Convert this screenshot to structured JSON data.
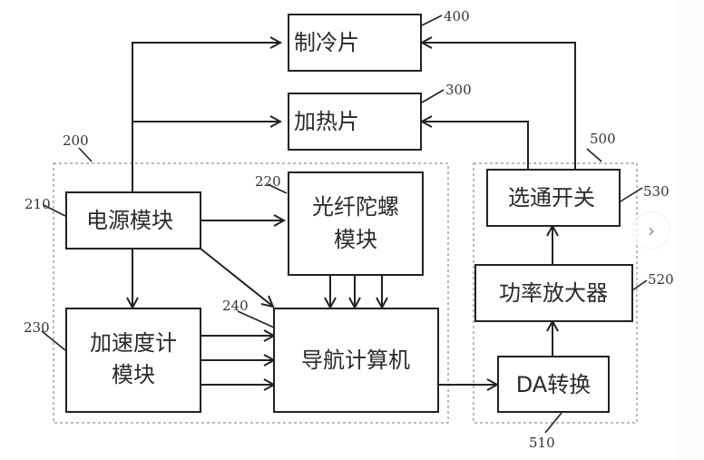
{
  "diagram": {
    "blocks": {
      "cooler": "制冷片",
      "heater": "加热片",
      "power": "电源模块",
      "gyro_line1": "光纤陀螺",
      "gyro_line2": "模块",
      "accel_line1": "加速度计",
      "accel_line2": "模块",
      "nav": "导航计算机",
      "da": "DA转换",
      "amp": "功率放大器",
      "switch": "选通开关"
    },
    "refs": {
      "cooler": "400",
      "heater": "300",
      "group_left": "200",
      "power": "210",
      "gyro": "220",
      "accel": "230",
      "nav": "240",
      "group_right": "500",
      "switch": "530",
      "amp": "520",
      "da": "510"
    }
  },
  "ui": {
    "next_button_glyph": "›"
  }
}
